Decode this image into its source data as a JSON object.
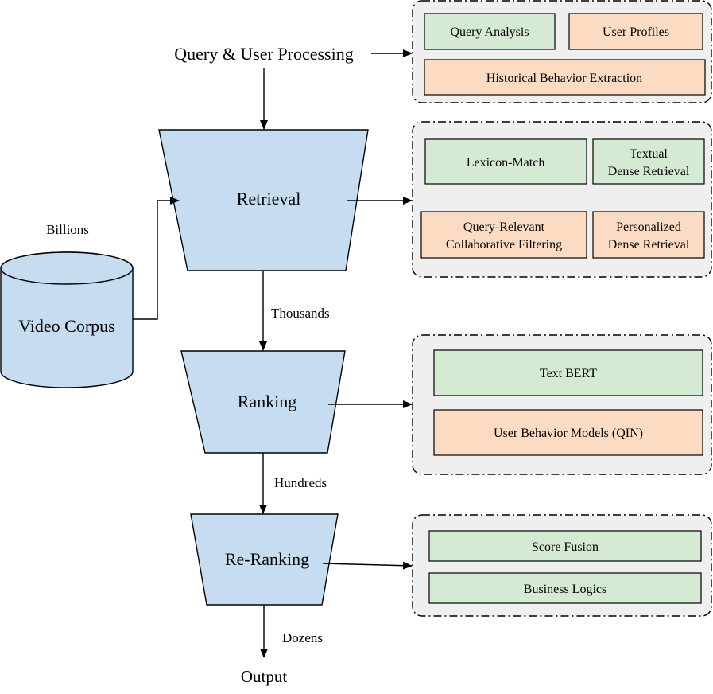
{
  "top_label": "Query & User Processing",
  "corpus": {
    "label": "Video Corpus",
    "count_label": "Billions"
  },
  "stages": {
    "retrieval": "Retrieval",
    "ranking": "Ranking",
    "reranking": "Re-Ranking",
    "output": "Output"
  },
  "flow_counts": {
    "after_retrieval": "Thousands",
    "after_ranking": "Hundreds",
    "after_reranking": "Dozens"
  },
  "panels": {
    "query_user": {
      "query_analysis": "Query Analysis",
      "user_profiles": "User Profiles",
      "historical": "Historical  Behavior Extraction"
    },
    "retrieval": {
      "lexicon_match": "Lexicon-Match",
      "textual_dense_1": "Textual",
      "textual_dense_2": "Dense Retrieval",
      "qr_cf_1": "Query-Relevant",
      "qr_cf_2": "Collaborative  Filtering",
      "personalized_1": "Personalized",
      "personalized_2": "Dense Retrieval"
    },
    "ranking": {
      "text_bert": "Text BERT",
      "user_behavior": "User Behavior Models (QIN)"
    },
    "reranking": {
      "score_fusion": "Score Fusion",
      "business_logics": "Business Logics"
    }
  },
  "colors": {
    "text_module": "#d5ead3",
    "user_module": "#fbdcc3",
    "funnel": "#c6dcf0",
    "panel_bg": "#efefef"
  }
}
